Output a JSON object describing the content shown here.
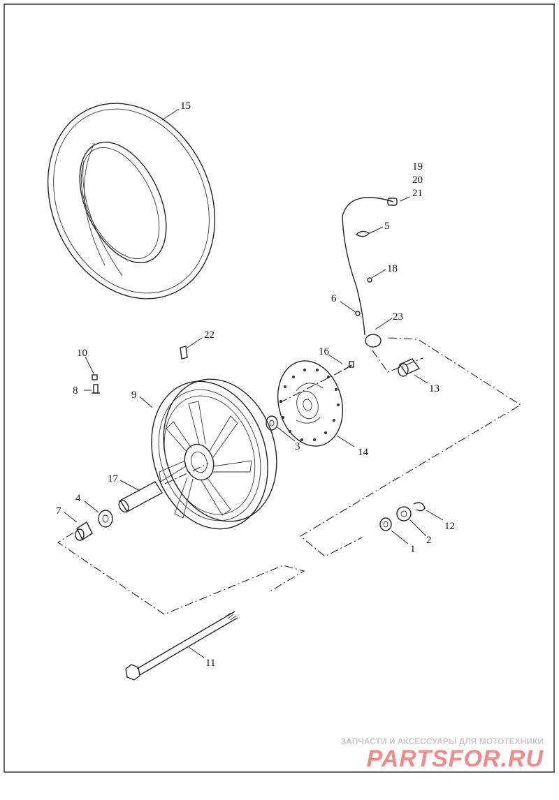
{
  "callouts": [
    {
      "id": "15",
      "text": "15"
    },
    {
      "id": "19",
      "text": "19"
    },
    {
      "id": "20",
      "text": "20"
    },
    {
      "id": "21",
      "text": "21"
    },
    {
      "id": "5",
      "text": "5"
    },
    {
      "id": "18",
      "text": "18"
    },
    {
      "id": "6",
      "text": "6"
    },
    {
      "id": "23",
      "text": "23"
    },
    {
      "id": "22",
      "text": "22"
    },
    {
      "id": "10",
      "text": "10"
    },
    {
      "id": "16",
      "text": "16"
    },
    {
      "id": "8",
      "text": "8"
    },
    {
      "id": "13",
      "text": "13"
    },
    {
      "id": "9",
      "text": "9"
    },
    {
      "id": "3",
      "text": "3"
    },
    {
      "id": "14",
      "text": "14"
    },
    {
      "id": "17",
      "text": "17"
    },
    {
      "id": "4",
      "text": "4"
    },
    {
      "id": "7",
      "text": "7"
    },
    {
      "id": "12",
      "text": "12"
    },
    {
      "id": "2",
      "text": "2"
    },
    {
      "id": "1",
      "text": "1"
    },
    {
      "id": "11",
      "text": "11"
    }
  ],
  "watermark": {
    "tagline": "ЗАПЧАСТИ И АКСЕССУАРЫ ДЛЯ МОТОТЕХНИКИ",
    "brand": "PARTSFOR.RU"
  }
}
